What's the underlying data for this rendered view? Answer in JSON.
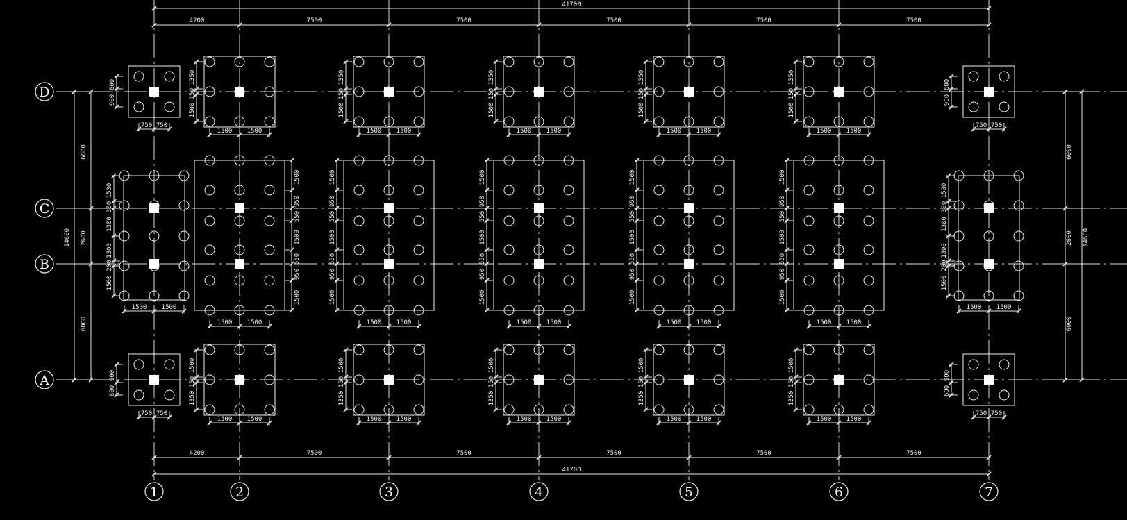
{
  "grid": {
    "columns": [
      "1",
      "2",
      "3",
      "4",
      "5",
      "6",
      "7"
    ],
    "rows": [
      "D",
      "C",
      "B",
      "A"
    ]
  },
  "dimensions": {
    "overall_horizontal": "41700",
    "bays_horizontal": [
      "4200",
      "7500",
      "7500",
      "7500",
      "7500",
      "7500"
    ],
    "vertical_left": [
      "6000",
      "2600",
      "6000"
    ],
    "vertical_overall": "14600"
  },
  "cap_labels": {
    "small_cap_x": [
      "750",
      "750"
    ],
    "small_cap_y_top": [
      "600",
      "900"
    ],
    "small_cap_y_bottom": [
      "900",
      "600"
    ],
    "mid_cap_x": [
      "1500",
      "1500"
    ],
    "mid_cap_y_top": [
      "1350",
      "150",
      "1500"
    ],
    "mid_cap_y_bottom": [
      "1500",
      "150",
      "1350"
    ],
    "big_cap_y": [
      "1500",
      "950",
      "550",
      "1500",
      "550",
      "950",
      "1500"
    ],
    "end_cap_y": [
      "1500",
      "300",
      "1300",
      "1300",
      "200",
      "1500"
    ]
  }
}
